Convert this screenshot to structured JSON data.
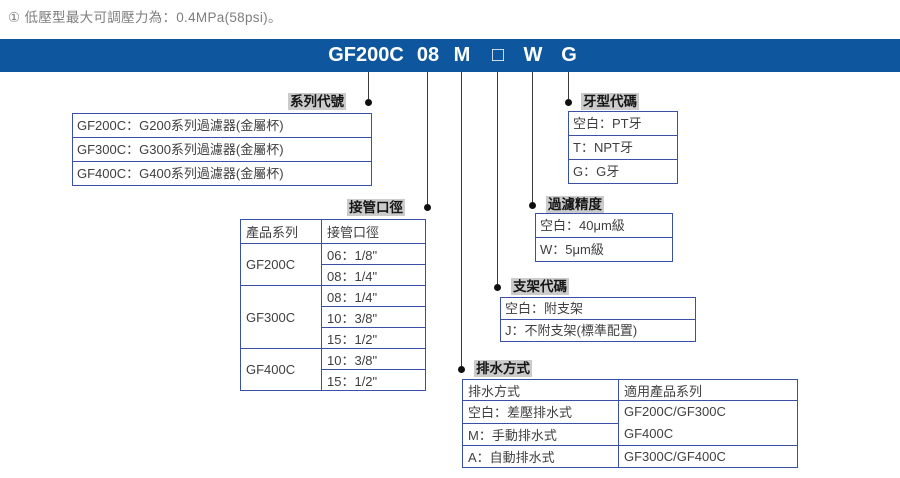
{
  "note": "① 低壓型最大可調壓力為：0.4MPa(58psi)。",
  "model_code": {
    "segments": [
      "GF200C",
      "08",
      "M",
      "□",
      "W",
      "G"
    ]
  },
  "sections": {
    "series": {
      "label": "系列代號",
      "rows": [
        "GF200C：G200系列過濾器(金屬杯)",
        "GF300C：G300系列過濾器(金屬杯)",
        "GF400C：G400系列過濾器(金屬杯)"
      ]
    },
    "thread": {
      "label": "牙型代碼",
      "rows": [
        "空白：PT牙",
        "T：NPT牙",
        "G：G牙"
      ]
    },
    "port": {
      "label": "接管口徑",
      "table": {
        "headers": [
          "產品系列",
          "接管口徑"
        ],
        "groups": [
          {
            "series": "GF200C",
            "sizes": [
              "06：1/8\"",
              "08：1/4\""
            ]
          },
          {
            "series": "GF300C",
            "sizes": [
              "08：1/4\"",
              "10：3/8\"",
              "15：1/2\""
            ]
          },
          {
            "series": "GF400C",
            "sizes": [
              "10：3/8\"",
              "15：1/2\""
            ]
          }
        ]
      }
    },
    "precision": {
      "label": "過濾精度",
      "rows": [
        "空白：40μm級",
        "W：5μm級"
      ]
    },
    "bracket": {
      "label": "支架代碼",
      "rows": [
        "空白：附支架",
        "J：不附支架(標準配置)"
      ]
    },
    "drain": {
      "label": "排水方式",
      "table": {
        "headers": [
          "排水方式",
          "適用產品系列"
        ],
        "rows": [
          {
            "method": "空白：差壓排水式",
            "applicable": "GF200C/GF300C"
          },
          {
            "method": "M：手動排水式",
            "applicable": "GF400C"
          },
          {
            "method": "A：自動排水式",
            "applicable": "GF300C/GF400C"
          }
        ]
      }
    }
  },
  "colors": {
    "bar_blue": "#0E579E",
    "box_border": "#3A50A5",
    "label_background": "#CBCBCB",
    "body_text": "#3F3F3F",
    "note_text": "#7E7E7E",
    "connector": "#3A3A3A"
  }
}
